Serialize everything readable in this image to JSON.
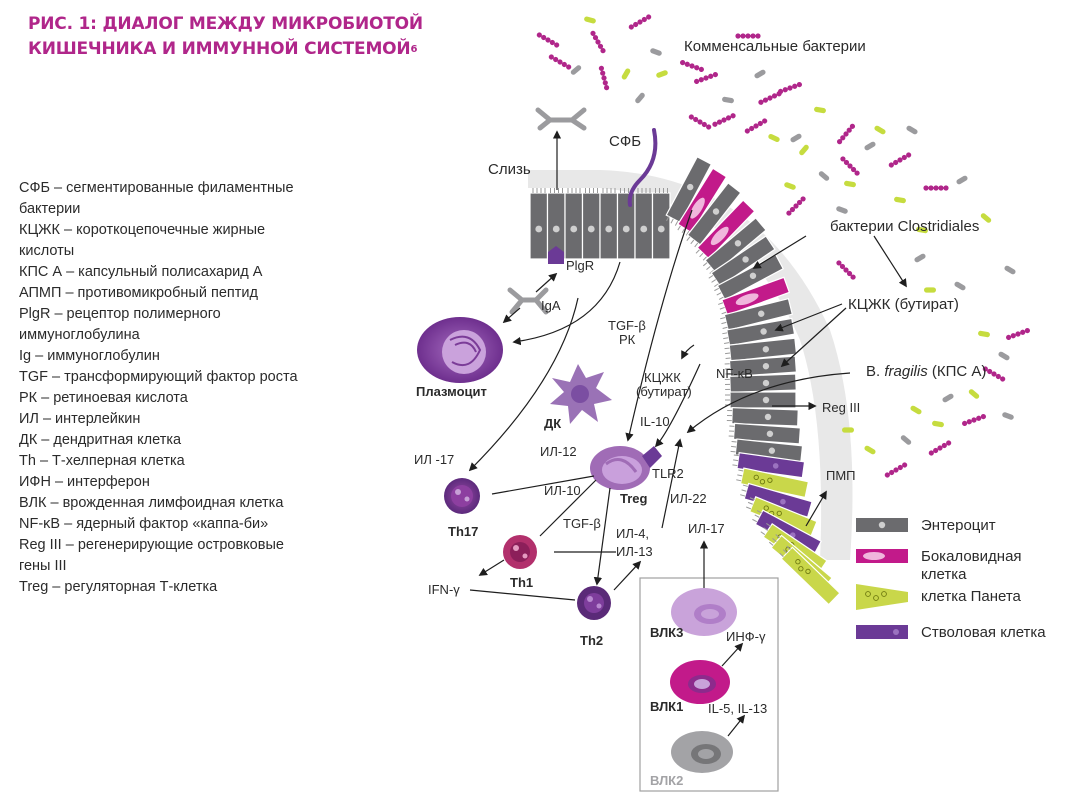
{
  "title": {
    "line1": "РИС. 1: ДИАЛОГ МЕЖДУ МИКРОБИОТОЙ",
    "line2": "КИШЕЧНИКА И ИММУННОЙ СИСТЕМОЙ",
    "ref": "6"
  },
  "glossary": [
    "СФБ – сегментированные филаментные бактерии",
    "КЦЖК – короткоцепочечные жирные кислоты",
    "КПС А – капсульный полисахарид А",
    "АПМП – противомикробный пептид",
    "PlgR – рецептор полимерного иммуноглобулина",
    "Ig – иммуноглобулин",
    "TGF – трансформирующий фактор роста",
    "РК – ретиноевая кислота",
    "ИЛ – интерлейкин",
    "ДК – дендритная клетка",
    "Th – Т-хелперная клетка",
    "ИФН – интерферон",
    "ВЛК – врожденная лимфоидная клетка",
    "NF-κB – ядерный фактор «каппа-би»",
    "Reg III – регенерирующие островковые гены III",
    "Treg – регуляторная Т-клетка"
  ],
  "labels": {
    "commensal": "Комменсальные бактерии",
    "sfb": "СФБ",
    "mucus": "Слизь",
    "plgr": "PlgR",
    "iga": "IgA",
    "plasmocyte": "Плазмоцит",
    "tgf": "TGF-β",
    "rk": "РК",
    "dc": "ДК",
    "scfa_butyrate_1": "КЦЖК",
    "scfa_butyrate_2": "(бутират)",
    "nfkb": "NF-κB",
    "clostridiales": "бактерии Clostridiales",
    "scfa_butyrate_main": "КЦЖК (бутират)",
    "bfragilis_pre": "B. ",
    "bfragilis_em": "fragilis",
    "bfragilis_post": " (КПС А)",
    "reg3": "Reg III",
    "il10a": "IL-10",
    "il12": "ИЛ-12",
    "il17a": "ИЛ -17",
    "il10b": "ИЛ-10",
    "treg": "Treg",
    "tlr2": "TLR2",
    "il22": "ИЛ-22",
    "amp": "ПМП",
    "th17": "Th17",
    "tgfb2": "TGF-β",
    "il4": "ИЛ-4,",
    "il13": "ИЛ-13",
    "th1": "Th1",
    "ifng": "IFN-γ",
    "th2": "Th2",
    "il17b": "ИЛ-17",
    "ilc3": "ВЛК3",
    "inf": "ИНФ-γ",
    "ilc1": "ВЛК1",
    "il5": "IL-5, IL-13",
    "ilc2": "ВЛК2"
  },
  "legend": [
    {
      "label": "Энтероцит",
      "kind": "enterocyte"
    },
    {
      "label": "Бокаловидная",
      "label2": "клетка",
      "kind": "goblet"
    },
    {
      "label": "клетка Панета",
      "kind": "paneth"
    },
    {
      "label": "Стволовая клетка",
      "kind": "stem"
    }
  ],
  "colors": {
    "accent": "#b0268a",
    "enterocyte": "#6b6b6e",
    "goblet": "#c21a8a",
    "paneth": "#c9d74a",
    "stem": "#6b3a96",
    "plasma": "#7b3c98",
    "mucus": "#e6e6e6",
    "lime": "#c6dc3f",
    "grey": "#9b9b9e"
  }
}
